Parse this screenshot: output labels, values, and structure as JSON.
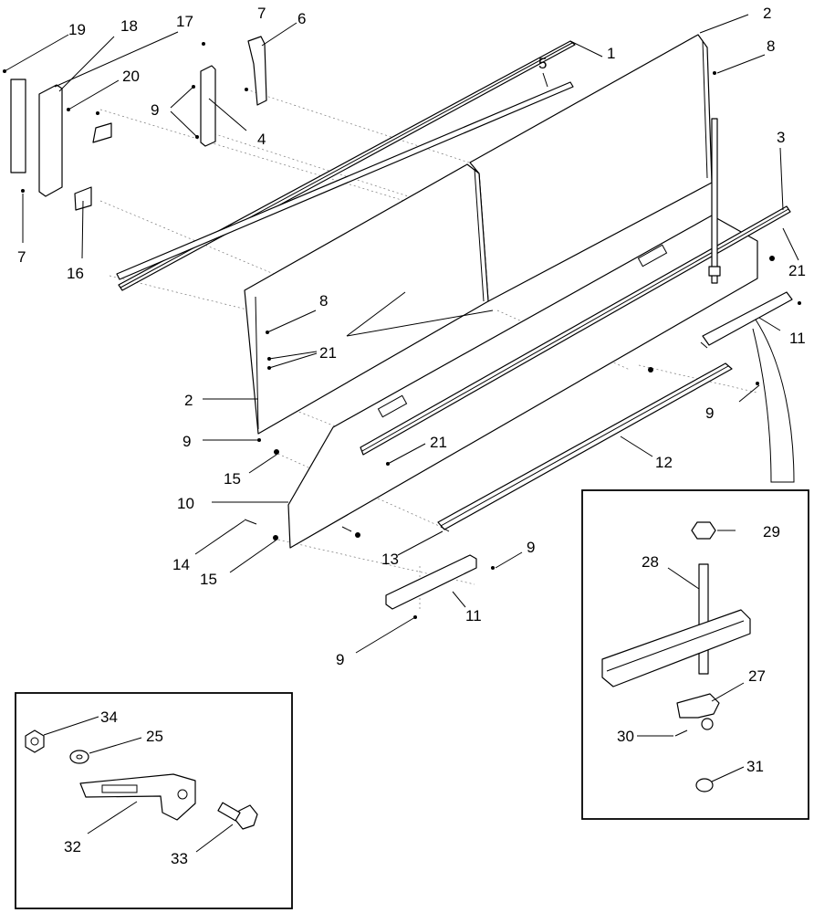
{
  "callouts": {
    "c1": "1",
    "c2a": "2",
    "c2b": "2",
    "c3": "3",
    "c4": "4",
    "c5": "5",
    "c6": "6",
    "c7a": "7",
    "c7b": "7",
    "c8a": "8",
    "c8b": "8",
    "c9a": "9",
    "c9b": "9",
    "c9c": "9",
    "c9d": "9",
    "c9e": "9",
    "c10": "10",
    "c11a": "11",
    "c11b": "11",
    "c12": "12",
    "c13": "13",
    "c14": "14",
    "c15a": "15",
    "c15b": "15",
    "c16": "16",
    "c17": "17",
    "c18": "18",
    "c19": "19",
    "c20": "20",
    "c21a": "21",
    "c21b": "21",
    "c21c": "21",
    "c25": "25",
    "c27": "27",
    "c28": "28",
    "c29": "29",
    "c30": "30",
    "c31": "31",
    "c32": "32",
    "c33": "33",
    "c34": "34"
  }
}
